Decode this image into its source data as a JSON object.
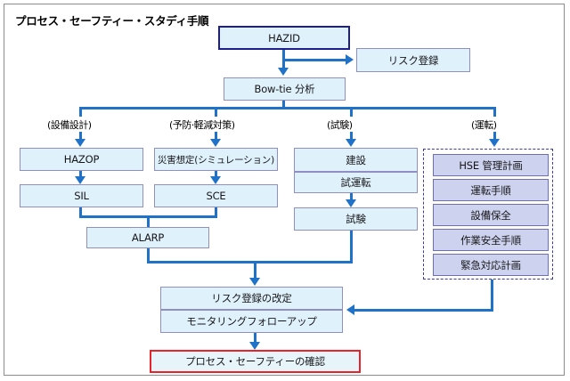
{
  "diagram": {
    "title": "プロセス・セーフティー・スタディ手順",
    "type": "flowchart",
    "colors": {
      "box_fill": "#dff1fb",
      "box_border": "#8f8fc4",
      "connector": "#1f72c8",
      "start_border": "#1f1f8c",
      "end_border": "#e8242a",
      "group_fill": "#cdd2ee",
      "group_border": "#3b3bb0",
      "frame_border": "#8c8c8c"
    },
    "nodes": {
      "hazid": "HAZID",
      "risk_register": "リスク登録",
      "bowtie": "Bow-tie 分析",
      "hazop": "HAZOP",
      "sil": "SIL",
      "hazard_sim": "災害想定(シミュレーション)",
      "sce": "SCE",
      "alarp": "ALARP",
      "construction": "建設",
      "commissioning": "試運転",
      "testing": "試験",
      "risk_register_revision": "リスク登録の改定",
      "monitoring_followup": "モニタリングフォローアップ",
      "process_safety_confirmation": "プロセス・セーフティーの確認"
    },
    "branch_labels": [
      "(設備設計)",
      "(予防·軽減対策)",
      "(試験)",
      "(運転)"
    ],
    "operation_group": {
      "items": [
        "HSE 管理計画",
        "運転手順",
        "設備保全",
        "作業安全手順",
        "緊急対応計画"
      ]
    }
  }
}
